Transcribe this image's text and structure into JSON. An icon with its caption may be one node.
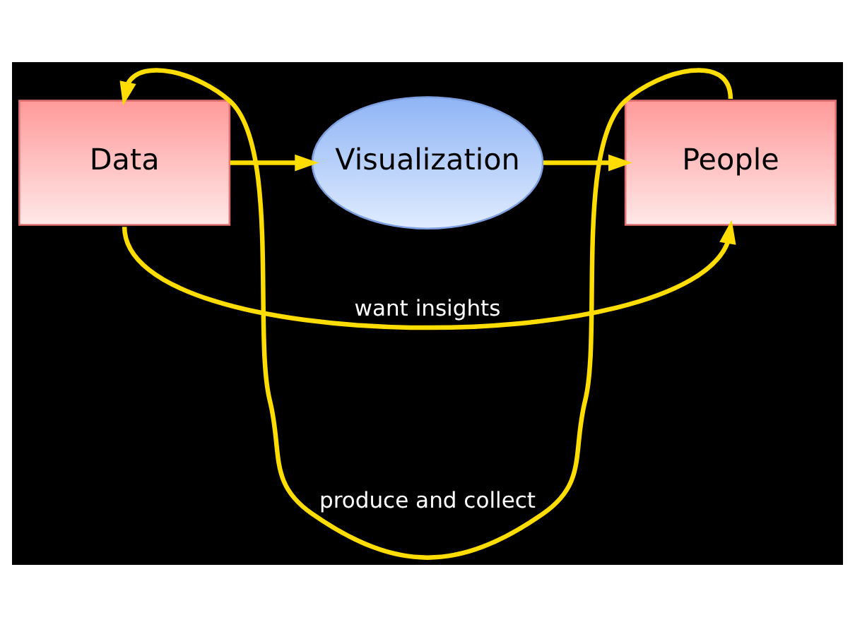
{
  "diagram": {
    "nodes": [
      {
        "text": [
          "Data"
        ]
      },
      {
        "text": [
          "Visualization"
        ]
      },
      {
        "text": [
          "People"
        ]
      }
    ],
    "edges": [
      {
        "from": 0,
        "to": 1,
        "arrow": "to"
      },
      {
        "from": 1,
        "to": 2,
        "arrow": "to"
      },
      {
        "from": 2,
        "to": 0,
        "arrow": "to",
        "label": "produce and collect"
      },
      {
        "from": 0,
        "to": 2,
        "arrow": "to",
        "label": "want insights"
      }
    ]
  }
}
